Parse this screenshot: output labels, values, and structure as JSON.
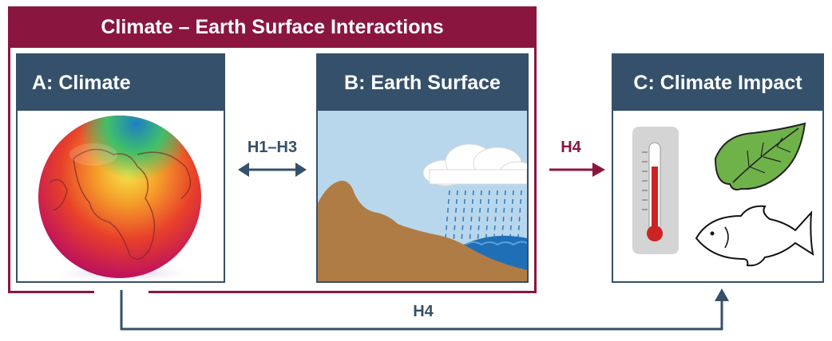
{
  "group": {
    "title": "Climate – Earth Surface Interactions"
  },
  "panels": {
    "a": {
      "title": "A: Climate",
      "image": "globe-heatmap-icon"
    },
    "b": {
      "title": "B: Earth Surface",
      "image": "landscape-rain-icon"
    },
    "c": {
      "title": "C: Climate Impact",
      "icons": [
        "thermometer-icon",
        "leaf-icon",
        "fish-icon"
      ]
    }
  },
  "arrows": {
    "a_b": {
      "label": "H1–H3"
    },
    "b_c": {
      "label": "H4"
    },
    "a_c": {
      "label": "H4"
    }
  },
  "colors": {
    "group": "#8a1640",
    "panel": "#35506a"
  }
}
